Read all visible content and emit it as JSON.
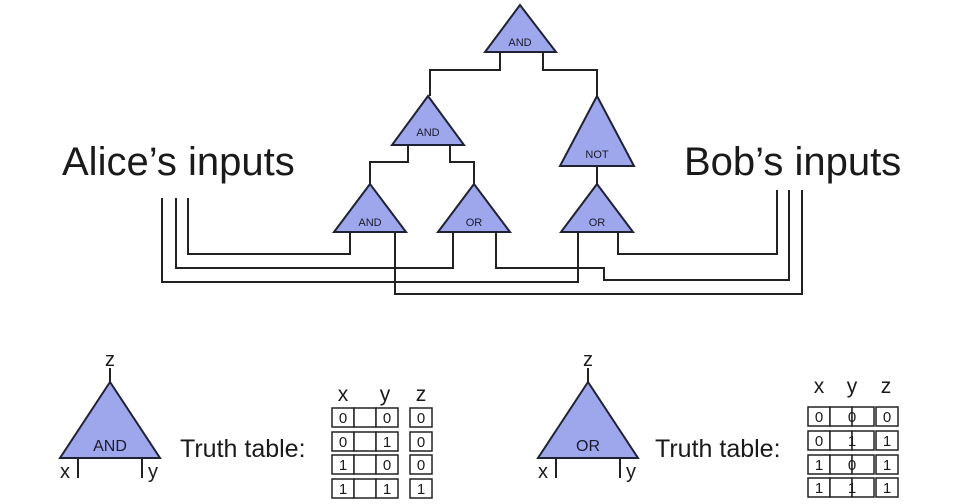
{
  "labels": {
    "alice": "Alice’s inputs",
    "bob": "Bob’s inputs"
  },
  "circuit": {
    "gates": {
      "top_and": "AND",
      "mid_and": "AND",
      "not": "NOT",
      "bottom_and": "AND",
      "bottom_or_left": "OR",
      "bottom_or_right": "OR"
    }
  },
  "legend": [
    {
      "gate": "AND",
      "output_pin": "z",
      "input_left": "x",
      "input_right": "y",
      "truth_label": "Truth table:",
      "headers": [
        "x",
        "y",
        "z"
      ],
      "rows": [
        [
          "0",
          "0",
          "0"
        ],
        [
          "0",
          "1",
          "0"
        ],
        [
          "1",
          "0",
          "0"
        ],
        [
          "1",
          "1",
          "1"
        ]
      ]
    },
    {
      "gate": "OR",
      "output_pin": "z",
      "input_left": "x",
      "input_right": "y",
      "truth_label": "Truth table:",
      "headers": [
        "x",
        "y",
        "z"
      ],
      "rows": [
        [
          "0",
          "0",
          "0"
        ],
        [
          "0",
          "1",
          "1"
        ],
        [
          "1",
          "0",
          "1"
        ],
        [
          "1",
          "1",
          "1"
        ]
      ]
    }
  ],
  "colors": {
    "gate_fill": "#9ea7ec",
    "stroke": "#1f2233"
  }
}
